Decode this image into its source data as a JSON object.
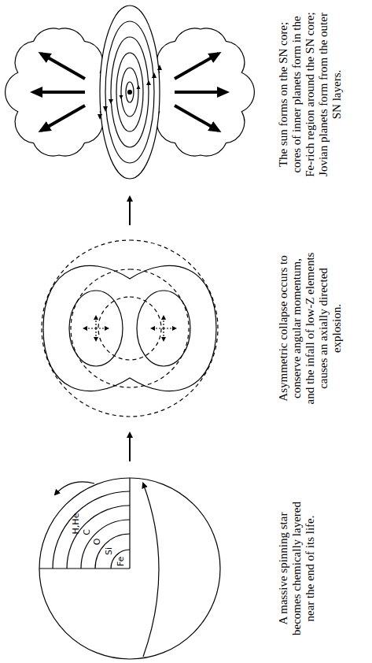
{
  "diagram": {
    "labels": [
      "H,He",
      "C",
      "O",
      "Si",
      "Fe",
      "A massive spinning star becomes chemically layered near the end of its life.",
      "Asymmetric collapse occurs to conserve angular momentum, and the infall of low-Z elements causes an axially directed explosion.",
      "The sun forms on the SN core; cores of inner planets form in the Fe-rich region around the SN core; Jovian planets form from the outer SN layers."
    ]
  }
}
